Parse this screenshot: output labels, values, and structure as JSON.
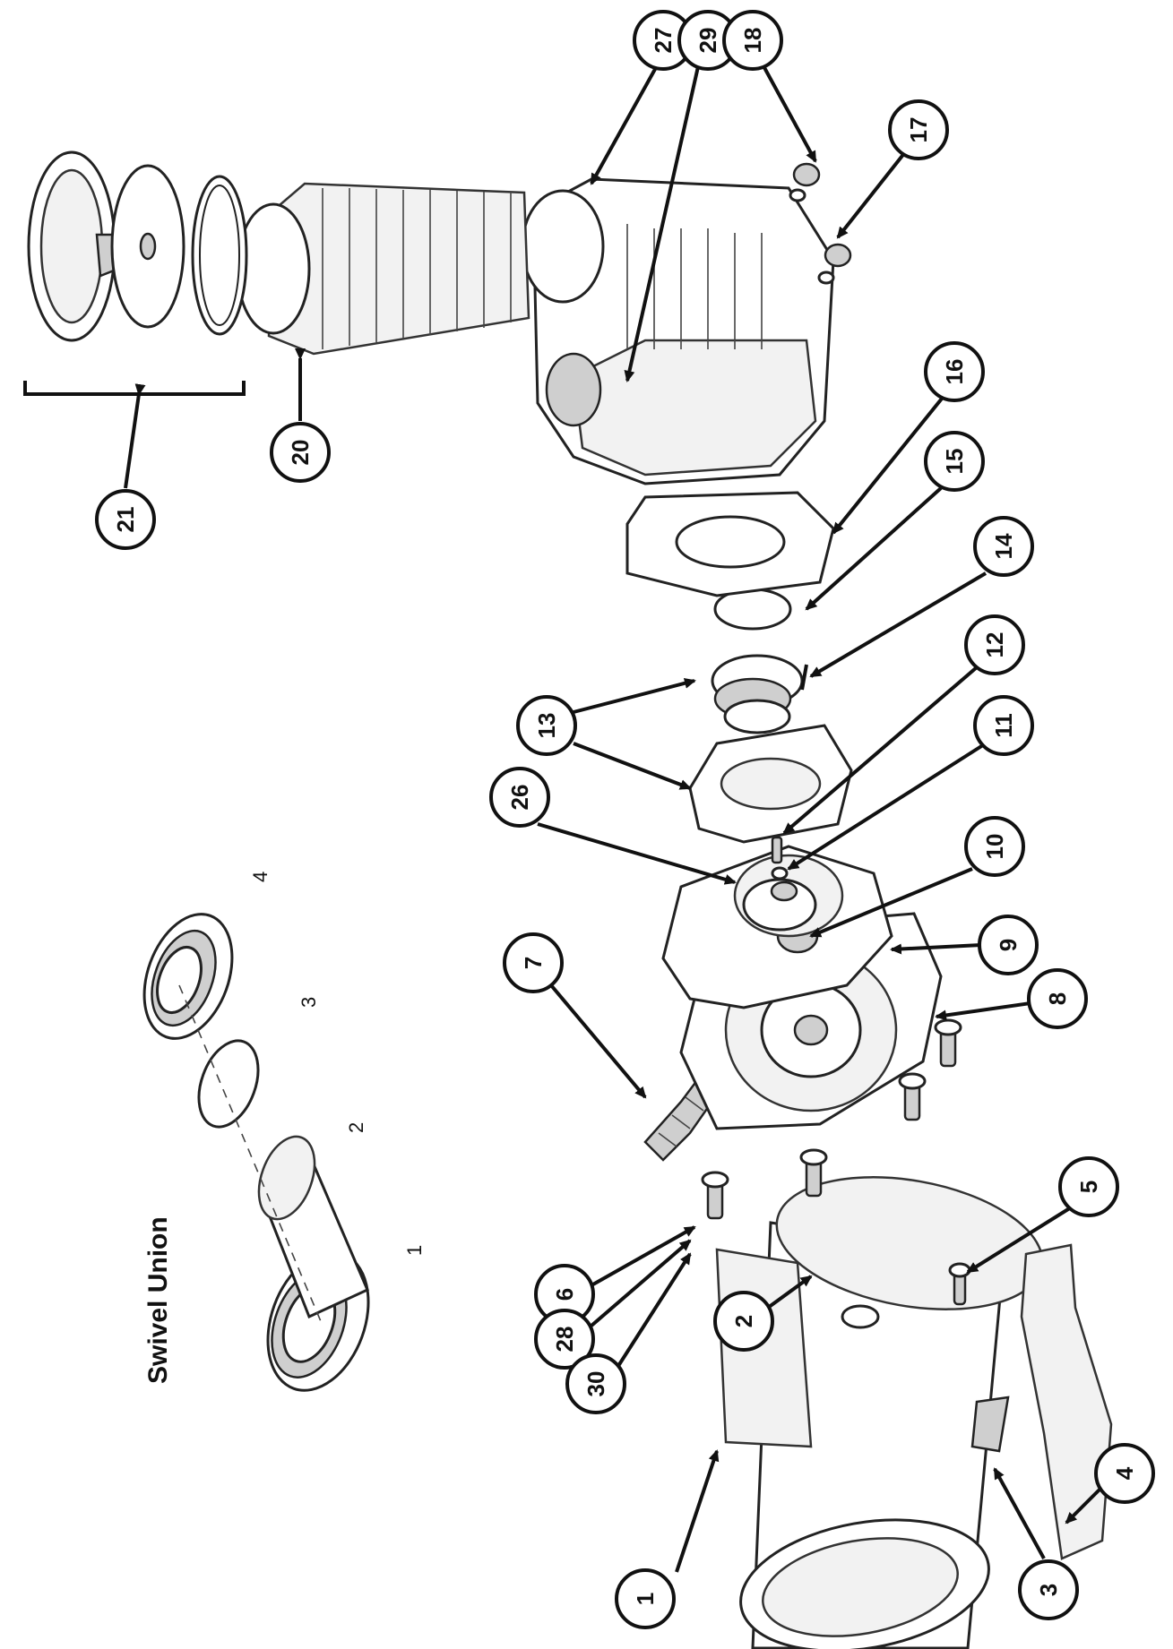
{
  "swivel_union": {
    "title": "Swivel Union",
    "labels": [
      "1",
      "2",
      "3",
      "4"
    ]
  },
  "callouts": [
    "1",
    "2",
    "3",
    "4",
    "5",
    "6",
    "7",
    "8",
    "9",
    "10",
    "11",
    "12",
    "13",
    "14",
    "15",
    "16",
    "17",
    "18",
    "20",
    "21",
    "26",
    "27",
    "28",
    "29",
    "30"
  ]
}
